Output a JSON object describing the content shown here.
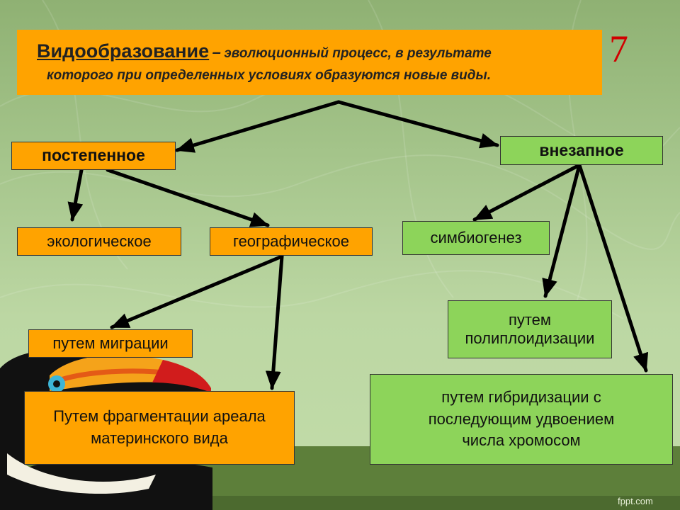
{
  "slide_number": "7",
  "definition": {
    "term": "Видообразование",
    "dash": "–",
    "line1": "эволюционный процесс, в результате",
    "line2": "которого при определенных условиях образуются новые виды."
  },
  "nodes": {
    "gradual": "постепенное",
    "sudden": "внезапное",
    "ecological": "экологическое",
    "geographic": "географическое",
    "symbiogenesis": "симбиогенез",
    "migration": "путем миграции",
    "fragmentation": "Путем фрагментации ареала материнского вида",
    "polyploidization": "путем полиплоидизации",
    "hybridization": "путем гибридизации с последующим удвоением числа хромосом"
  },
  "watermark": "fppt.com",
  "colors": {
    "orange_box": "#ffa300",
    "green_box": "#8dd45a",
    "slide_number": "#d10000",
    "arrow": "#000000"
  }
}
